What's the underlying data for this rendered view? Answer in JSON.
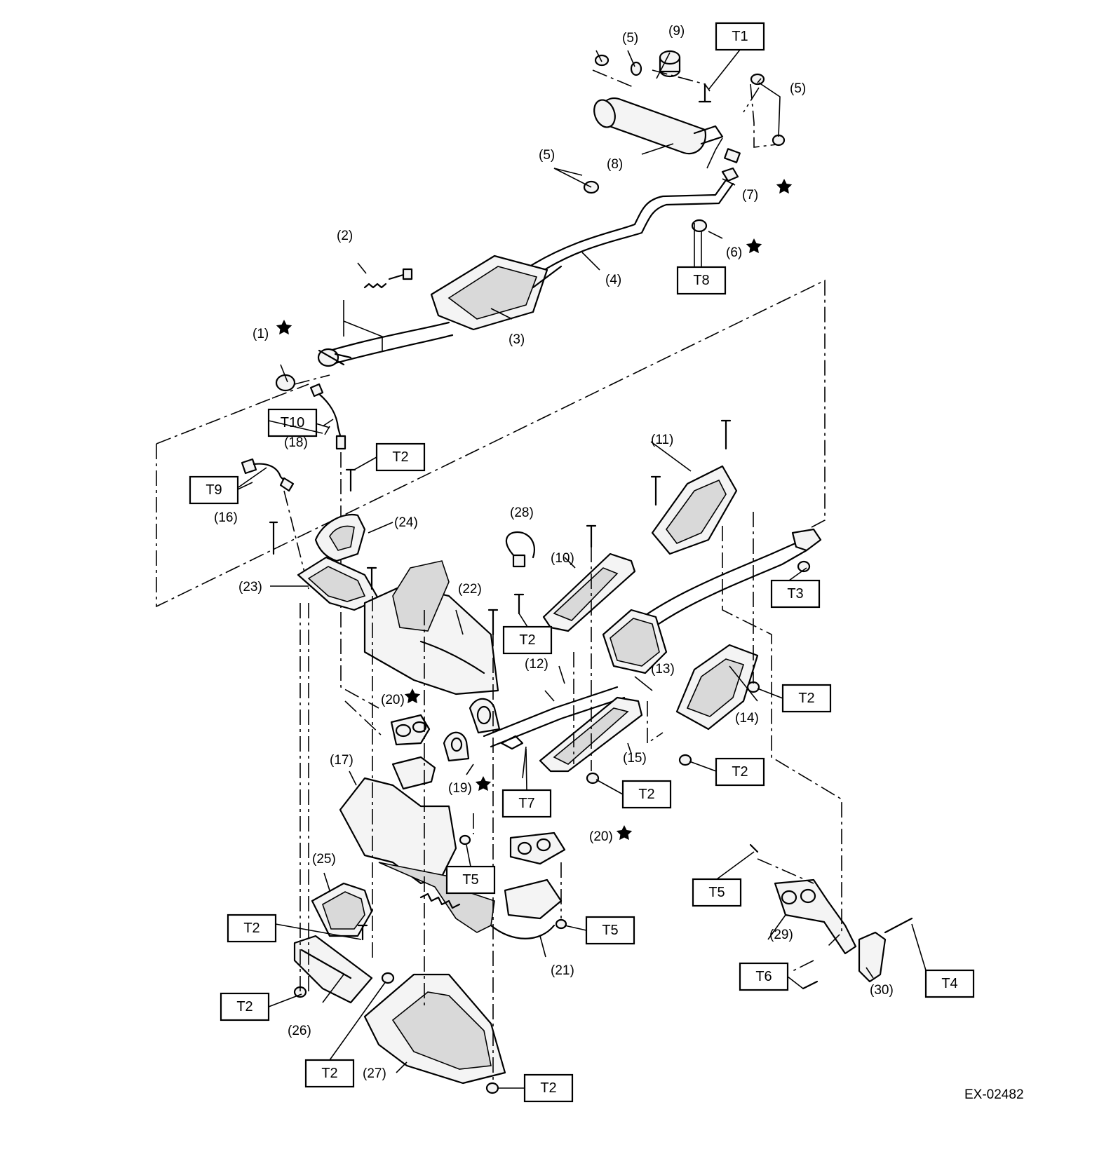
{
  "figure_code": "EX-02482",
  "callouts": [
    "(1)",
    "(2)",
    "(3)",
    "(4)",
    "(5)",
    "(5)",
    "(5)",
    "(6)",
    "(7)",
    "(8)",
    "(9)",
    "(10)",
    "(11)",
    "(12)",
    "(13)",
    "(14)",
    "(15)",
    "(16)",
    "(17)",
    "(18)",
    "(19)",
    "(20)",
    "(20)",
    "(21)",
    "(22)",
    "(23)",
    "(24)",
    "(25)",
    "(26)",
    "(27)",
    "(28)",
    "(29)",
    "(30)"
  ],
  "torque_labels": [
    "T1",
    "T2",
    "T2",
    "T2",
    "T2",
    "T2",
    "T2",
    "T2",
    "T2",
    "T2",
    "T3",
    "T4",
    "T5",
    "T5",
    "T5",
    "T6",
    "T7",
    "T8",
    "T9",
    "T10"
  ]
}
